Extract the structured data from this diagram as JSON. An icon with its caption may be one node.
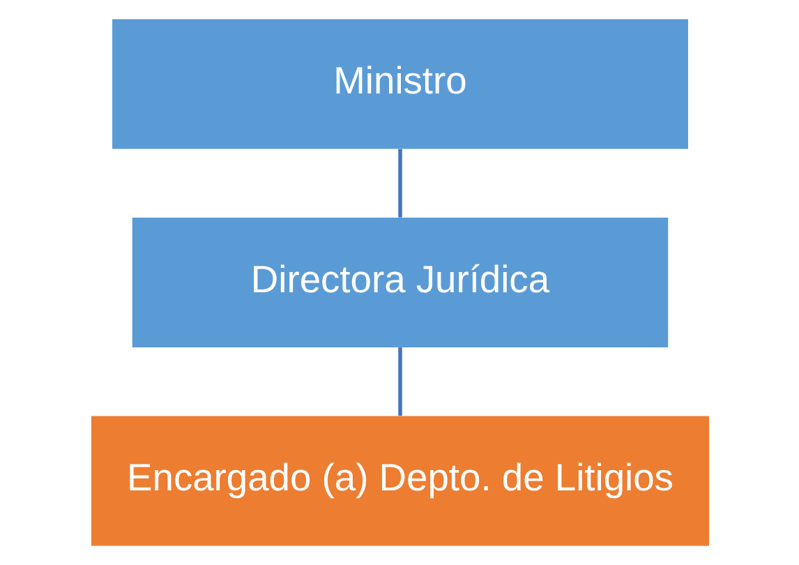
{
  "diagram": {
    "nodes": [
      {
        "text": [
          "Ministro"
        ]
      },
      {
        "text": [
          "Directora Jurídica"
        ]
      },
      {
        "text": [
          "Encargado (a) Depto. de Litigios"
        ]
      }
    ],
    "edges": [
      {
        "from": 0,
        "to": 1,
        "arrow": "none"
      },
      {
        "from": 1,
        "to": 2,
        "arrow": "none"
      }
    ]
  }
}
